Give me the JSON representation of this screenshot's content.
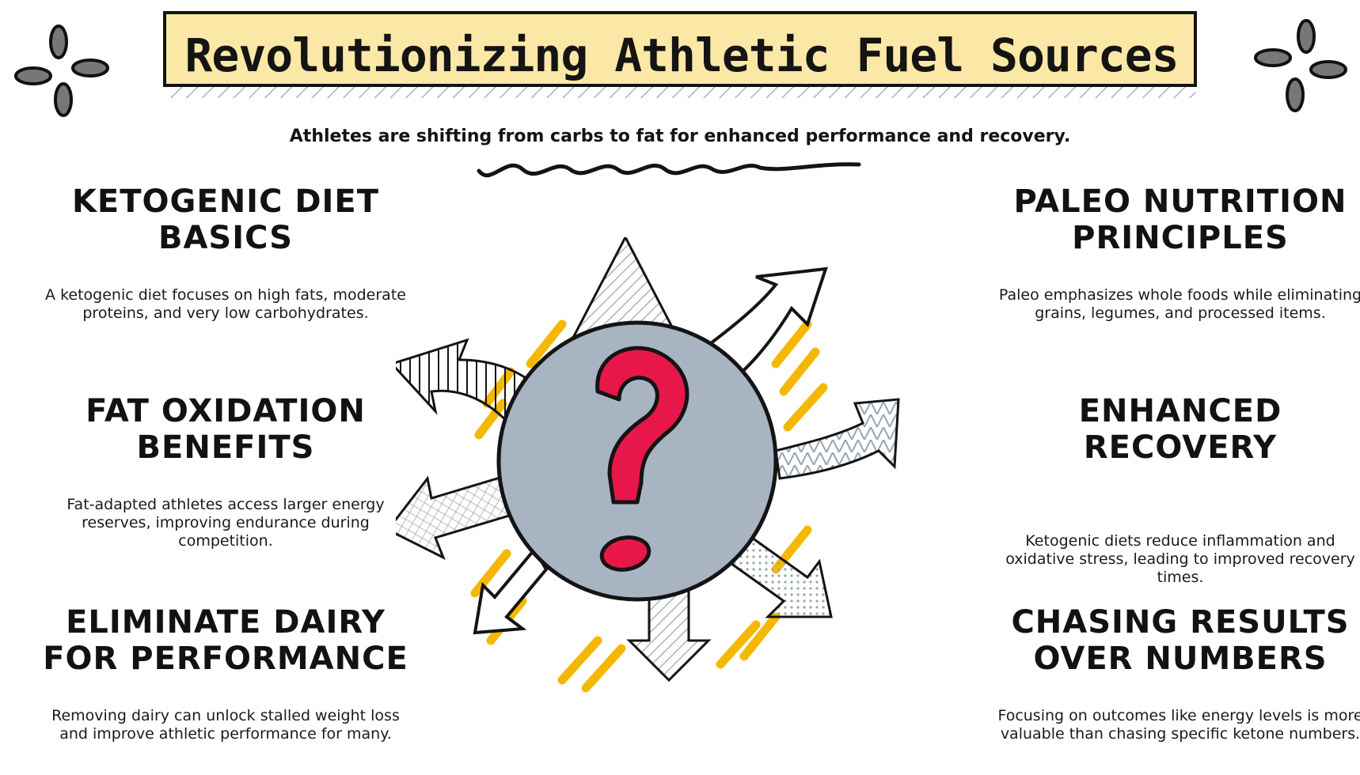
{
  "header": {
    "title": "Revolutionizing Athletic Fuel Sources",
    "subtitle": "Athletes are shifting from carbs to fat for enhanced performance and recovery."
  },
  "sections": {
    "left": [
      {
        "heading": "Ketogenic Diet Basics",
        "body": "A ketogenic diet focuses on high fats, moderate proteins, and very low carbohydrates."
      },
      {
        "heading": "Fat Oxidation Benefits",
        "body": "Fat-adapted athletes access larger energy reserves, improving endurance during competition."
      },
      {
        "heading": "Eliminate Dairy for Performance",
        "body": "Removing dairy can unlock stalled weight loss and improve athletic performance for many."
      }
    ],
    "right": [
      {
        "heading": "Paleo Nutrition Principles",
        "body": "Paleo emphasizes whole foods while eliminating grains, legumes, and processed items."
      },
      {
        "heading": "Enhanced Recovery",
        "body": "Ketogenic diets reduce inflammation and oxidative stress, leading to improved recovery times."
      },
      {
        "heading": "Chasing Results Over Numbers",
        "body": "Focusing on outcomes like energy levels is more valuable than chasing specific ketone numbers."
      }
    ]
  },
  "center": {
    "symbol": "?",
    "icon": "question-mark-icon"
  },
  "colors": {
    "banner": "#fbe8a6",
    "circle": "#a9b4c2",
    "question": "#e8174a",
    "spark": "#f5b800",
    "ink": "#141414"
  }
}
